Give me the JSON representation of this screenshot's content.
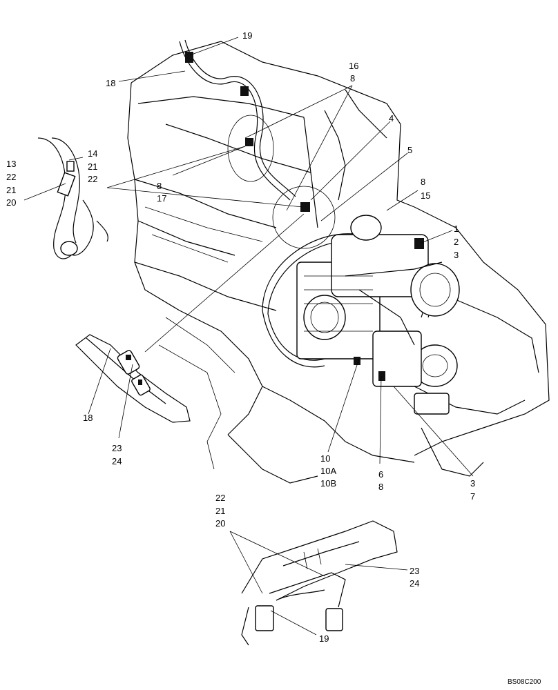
{
  "diagram": {
    "callouts": [
      {
        "id": "c19top",
        "text": "19"
      },
      {
        "id": "c18top",
        "text": "18"
      },
      {
        "id": "c16",
        "text": "16"
      },
      {
        "id": "c8a",
        "text": "8"
      },
      {
        "id": "c4",
        "text": "4"
      },
      {
        "id": "c5",
        "text": "5"
      },
      {
        "id": "c8b",
        "text": "8"
      },
      {
        "id": "c15",
        "text": "15"
      },
      {
        "id": "c1",
        "text": "1"
      },
      {
        "id": "c2",
        "text": "2"
      },
      {
        "id": "c3a",
        "text": "3"
      },
      {
        "id": "c14",
        "text": "14"
      },
      {
        "id": "c21a",
        "text": "21"
      },
      {
        "id": "c22a",
        "text": "22"
      },
      {
        "id": "c13",
        "text": "13"
      },
      {
        "id": "c22b",
        "text": "22"
      },
      {
        "id": "c21b",
        "text": "21"
      },
      {
        "id": "c20a",
        "text": "20"
      },
      {
        "id": "c8c",
        "text": "8"
      },
      {
        "id": "c17",
        "text": "17"
      },
      {
        "id": "c18mid",
        "text": "18"
      },
      {
        "id": "c23a",
        "text": "23"
      },
      {
        "id": "c24a",
        "text": "24"
      },
      {
        "id": "c10",
        "text": "10"
      },
      {
        "id": "c10A",
        "text": "10A"
      },
      {
        "id": "c10B",
        "text": "10B"
      },
      {
        "id": "c6",
        "text": "6"
      },
      {
        "id": "c8d",
        "text": "8"
      },
      {
        "id": "c3b",
        "text": "3"
      },
      {
        "id": "c7",
        "text": "7"
      },
      {
        "id": "c22c",
        "text": "22"
      },
      {
        "id": "c21c",
        "text": "21"
      },
      {
        "id": "c20b",
        "text": "20"
      },
      {
        "id": "c23b",
        "text": "23"
      },
      {
        "id": "c24b",
        "text": "24"
      },
      {
        "id": "c19bot",
        "text": "19"
      }
    ],
    "figure_code": "BS08C200"
  }
}
